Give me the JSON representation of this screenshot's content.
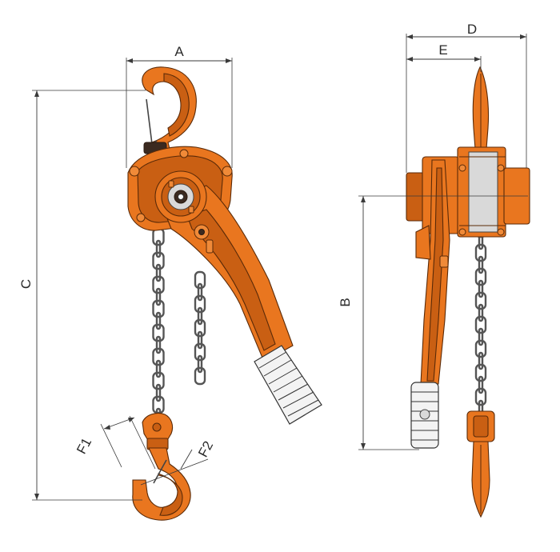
{
  "labels": {
    "A": "A",
    "B": "B",
    "C": "C",
    "D": "D",
    "E": "E",
    "F1": "F1",
    "F2": "F2"
  },
  "colors": {
    "body": "#e9761f",
    "body_dark": "#c95f13",
    "chain": "#555555",
    "dimension_lines": "#3a3a3a"
  }
}
